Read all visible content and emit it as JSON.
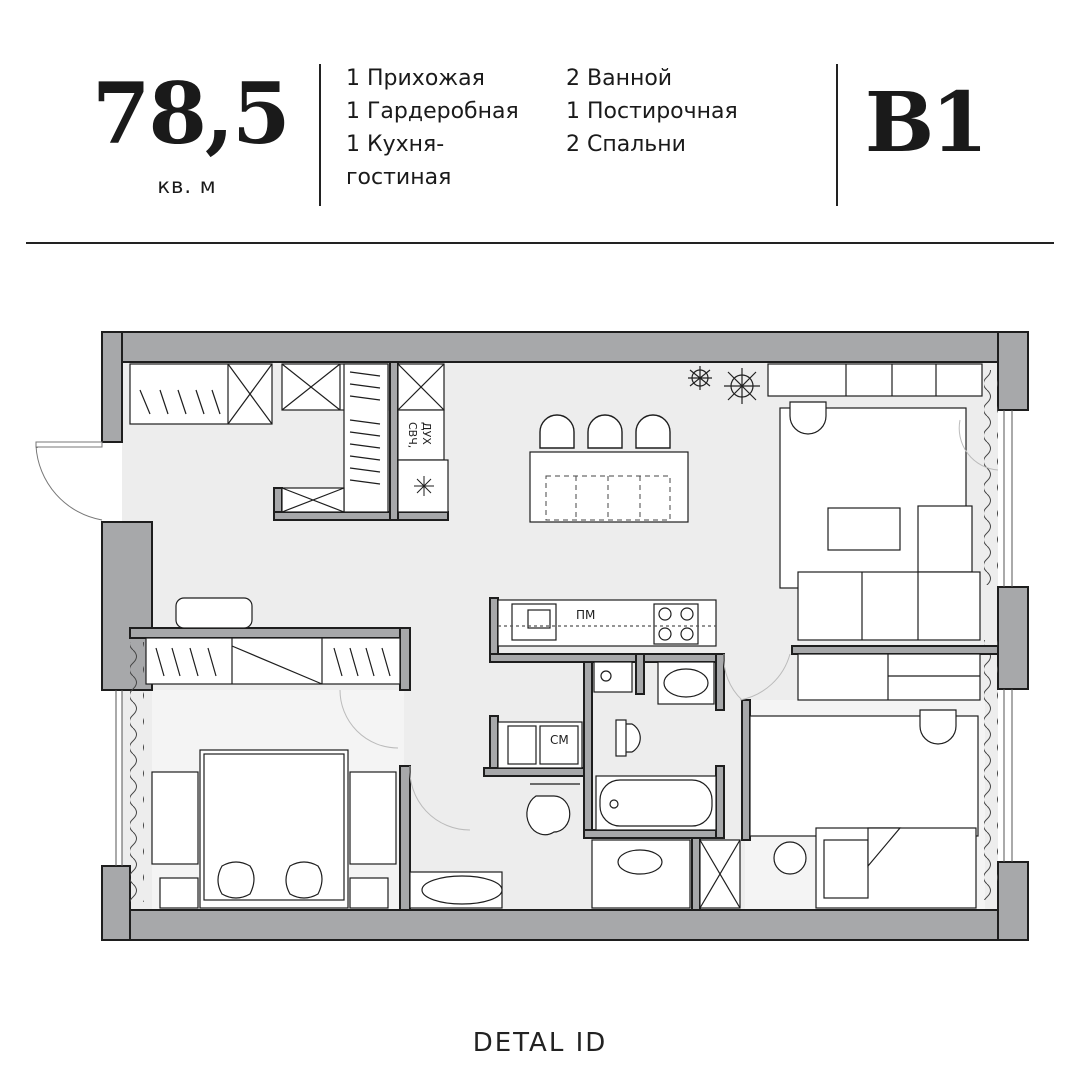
{
  "header": {
    "area_value": "78,5",
    "area_unit": "кв. м",
    "rooms_left": [
      "1 Прихожая",
      "1 Гардеробная",
      "1 Кухня-",
      "гостиная"
    ],
    "rooms_right": [
      "2 Ванной",
      "1 Постирочная",
      "2 Спальни"
    ],
    "unit_code": "B1"
  },
  "plan_labels": {
    "microwave_oven": [
      "СВЧ,",
      "ДУХ"
    ],
    "dishwasher": "ПМ",
    "washing_machine": "СМ"
  },
  "footer": {
    "brand": "DETAL ID"
  },
  "colors": {
    "wall_fill": "#a7a8aa",
    "floor_fill": "#ededed",
    "line": "#1e1e1e"
  }
}
